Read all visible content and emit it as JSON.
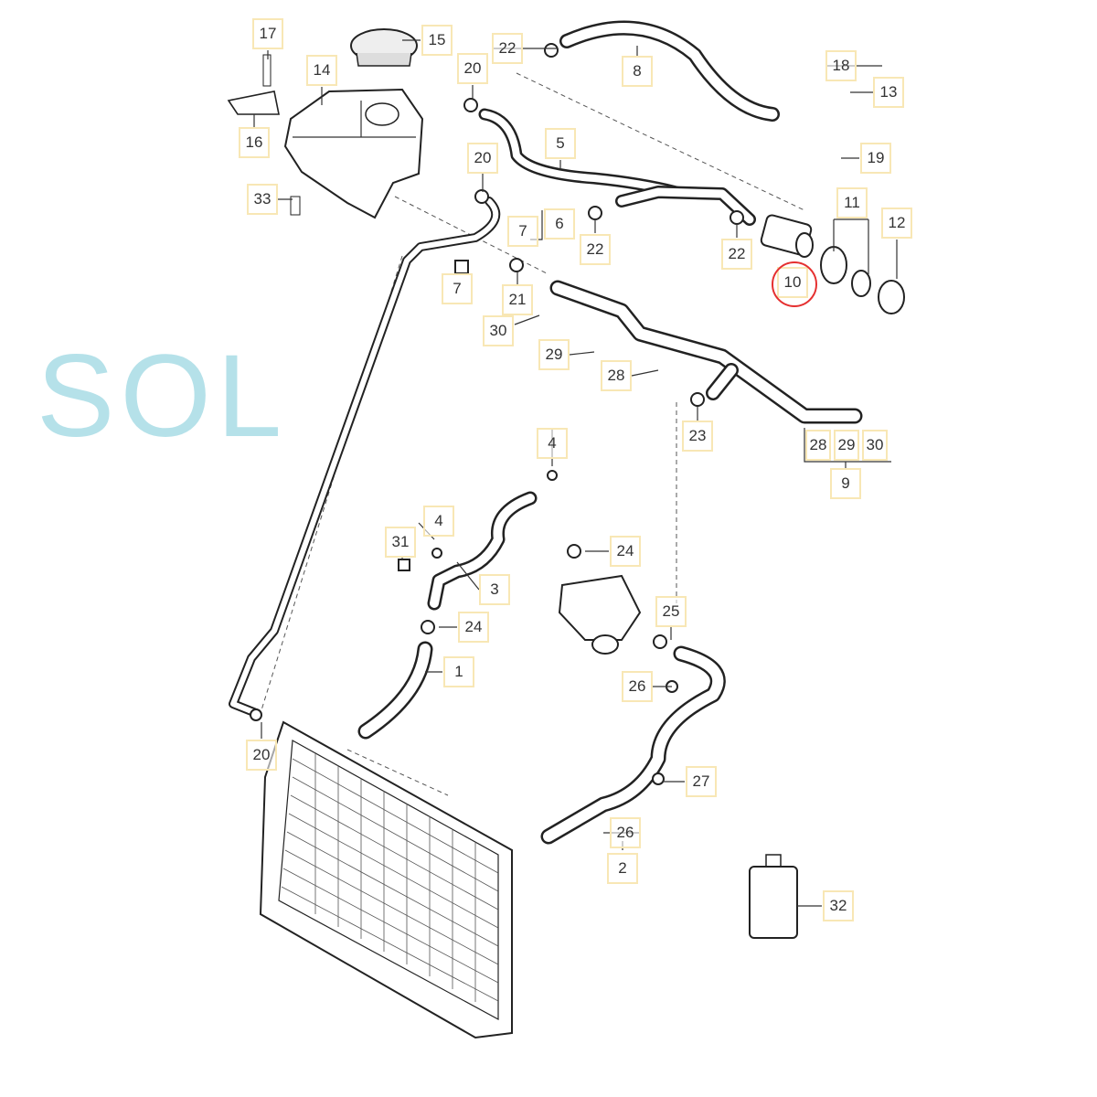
{
  "watermark": "SOL",
  "callouts": [
    {
      "id": "c17",
      "label": "17"
    },
    {
      "id": "c15",
      "label": "15"
    },
    {
      "id": "c22a",
      "label": "22"
    },
    {
      "id": "c20a",
      "label": "20"
    },
    {
      "id": "c8",
      "label": "8"
    },
    {
      "id": "c18",
      "label": "18"
    },
    {
      "id": "c13",
      "label": "13"
    },
    {
      "id": "c14",
      "label": "14"
    },
    {
      "id": "c16",
      "label": "16"
    },
    {
      "id": "c5",
      "label": "5"
    },
    {
      "id": "c19",
      "label": "19"
    },
    {
      "id": "c20b",
      "label": "20"
    },
    {
      "id": "c11",
      "label": "11"
    },
    {
      "id": "c12",
      "label": "12"
    },
    {
      "id": "c33",
      "label": "33"
    },
    {
      "id": "c7a",
      "label": "7"
    },
    {
      "id": "c6",
      "label": "6"
    },
    {
      "id": "c22b",
      "label": "22"
    },
    {
      "id": "c22c",
      "label": "22"
    },
    {
      "id": "c10",
      "label": "10"
    },
    {
      "id": "c7b",
      "label": "7"
    },
    {
      "id": "c21",
      "label": "21"
    },
    {
      "id": "c30a",
      "label": "30"
    },
    {
      "id": "c29a",
      "label": "29"
    },
    {
      "id": "c28a",
      "label": "28"
    },
    {
      "id": "c23",
      "label": "23"
    },
    {
      "id": "c28b",
      "label": "28"
    },
    {
      "id": "c29b",
      "label": "29"
    },
    {
      "id": "c30b",
      "label": "30"
    },
    {
      "id": "c9",
      "label": "9"
    },
    {
      "id": "c4a",
      "label": "4"
    },
    {
      "id": "c4b",
      "label": "4"
    },
    {
      "id": "c31",
      "label": "31"
    },
    {
      "id": "c24a",
      "label": "24"
    },
    {
      "id": "c3",
      "label": "3"
    },
    {
      "id": "c24b",
      "label": "24"
    },
    {
      "id": "c25",
      "label": "25"
    },
    {
      "id": "c1",
      "label": "1"
    },
    {
      "id": "c26a",
      "label": "26"
    },
    {
      "id": "c20c",
      "label": "20"
    },
    {
      "id": "c27",
      "label": "27"
    },
    {
      "id": "c26b",
      "label": "26"
    },
    {
      "id": "c2",
      "label": "2"
    },
    {
      "id": "c32",
      "label": "32"
    }
  ],
  "highlighted_part": "10",
  "colors": {
    "label_border": "#f8e7b5",
    "highlight": "#e53030",
    "watermark": "#78c8d7"
  }
}
